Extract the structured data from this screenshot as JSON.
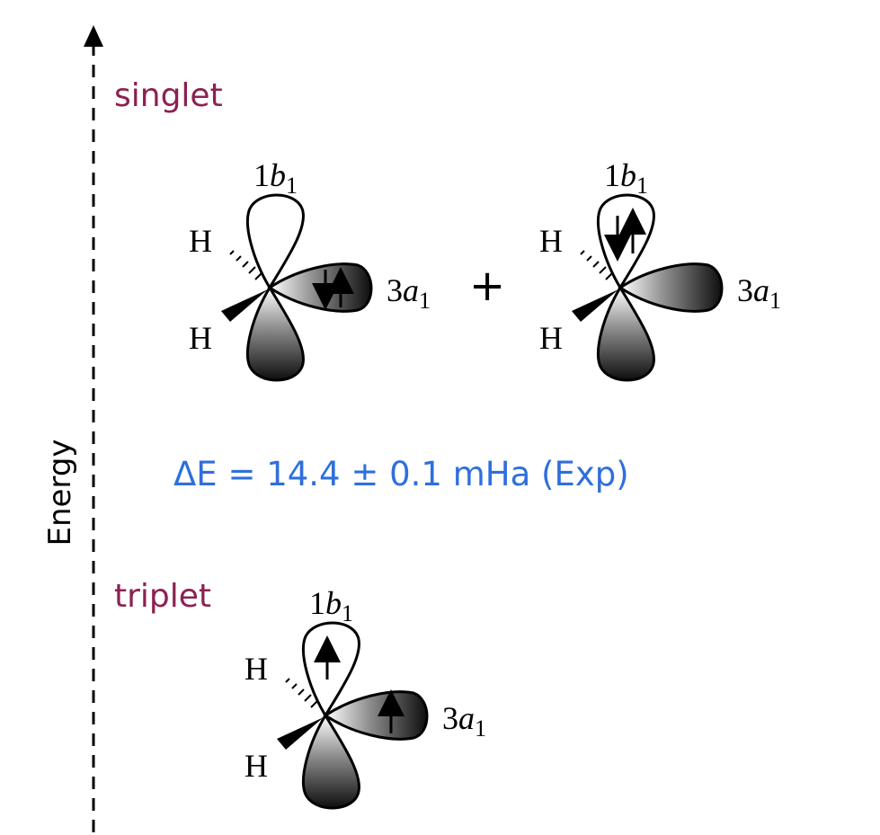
{
  "diagram": {
    "axis_label": "Energy",
    "gap_text": "ΔE = 14.4 ± 0.1 mHa (Exp)",
    "plus_sign": "+",
    "colors": {
      "state_label": "#8b2252",
      "gap_text": "#2f6fdc",
      "lobe_dark": "#111111",
      "lobe_light": "#ffffff"
    },
    "states": [
      {
        "label": "singlet",
        "structures": [
          {
            "orbitals": {
              "upper": "1b",
              "upper_sub": "1",
              "side": "3a",
              "side_sub": "1"
            },
            "atoms": [
              "H",
              "H"
            ],
            "electrons": {
              "upper": "",
              "side": "paired"
            }
          },
          {
            "orbitals": {
              "upper": "1b",
              "upper_sub": "1",
              "side": "3a",
              "side_sub": "1"
            },
            "atoms": [
              "H",
              "H"
            ],
            "electrons": {
              "upper": "paired",
              "side": ""
            }
          }
        ]
      },
      {
        "label": "triplet",
        "structures": [
          {
            "orbitals": {
              "upper": "1b",
              "upper_sub": "1",
              "side": "3a",
              "side_sub": "1"
            },
            "atoms": [
              "H",
              "H"
            ],
            "electrons": {
              "upper": "up",
              "side": "up"
            }
          }
        ]
      }
    ]
  }
}
